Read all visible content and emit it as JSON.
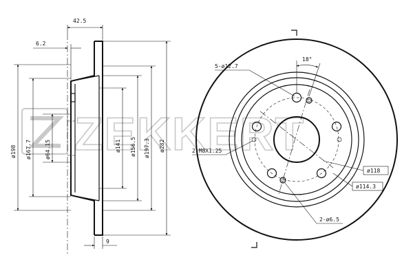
{
  "watermark": {
    "brand": "ZEKKERT",
    "logo_color": "#c9c9c9"
  },
  "side_view": {
    "dims": {
      "overall_width": "42.5",
      "hub_offset": "6.2",
      "disc_thickness": "9",
      "dia_198": "ø198",
      "dia_167_7": "ø167.7",
      "dia_64_15": "ø64.15",
      "dia_141": "ø141",
      "dia_156_5": "ø156.5",
      "dia_197_3": "ø197.3",
      "dia_282": "ø282"
    }
  },
  "front_view": {
    "callouts": {
      "stud_holes": "5-ø12.7",
      "angle": "18°",
      "threaded_holes": "2-M8X1.25",
      "pilot_dia": "ø118",
      "pcd": "ø114.3",
      "small_holes": "2-ø6.5"
    }
  }
}
